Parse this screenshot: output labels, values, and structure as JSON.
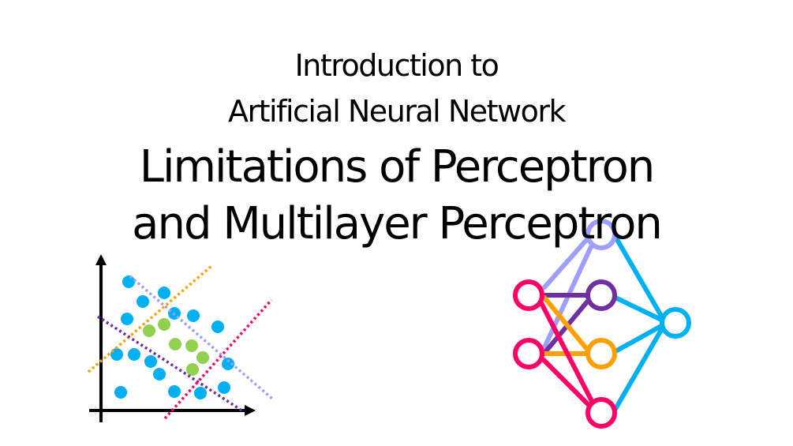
{
  "slide": {
    "subtitle_line1": "Introduction to",
    "subtitle_line2": "Artificial Neural Network",
    "title_line1": "Limitations of Perceptron",
    "title_line2": "and Multilayer Perceptron"
  },
  "colors": {
    "text": "#000000",
    "blue_point": "#00B0F0",
    "green_point": "#92D050",
    "orange": "#FF9F00",
    "lavender": "#9E9EFF",
    "purple": "#7030A0",
    "pink": "#FF0066",
    "cyan_output": "#00B0F0"
  },
  "scatter_diagram": {
    "description": "Two-class scatter with four dotted linear decision boundaries",
    "classes": [
      {
        "name": "outer",
        "color": "blue_point",
        "count": 16
      },
      {
        "name": "inner",
        "color": "green_point",
        "count": 6
      }
    ],
    "boundaries": [
      "orange",
      "lavender",
      "purple",
      "pink"
    ]
  },
  "network_diagram": {
    "description": "Multilayer perceptron: 2 inputs, 4 hidden, 1 output",
    "layers": [
      {
        "name": "input",
        "nodes": 2,
        "color": "pink"
      },
      {
        "name": "hidden",
        "nodes": 4,
        "colors": [
          "lavender",
          "purple",
          "orange",
          "pink"
        ]
      },
      {
        "name": "output",
        "nodes": 1,
        "color": "cyan_output"
      }
    ]
  }
}
